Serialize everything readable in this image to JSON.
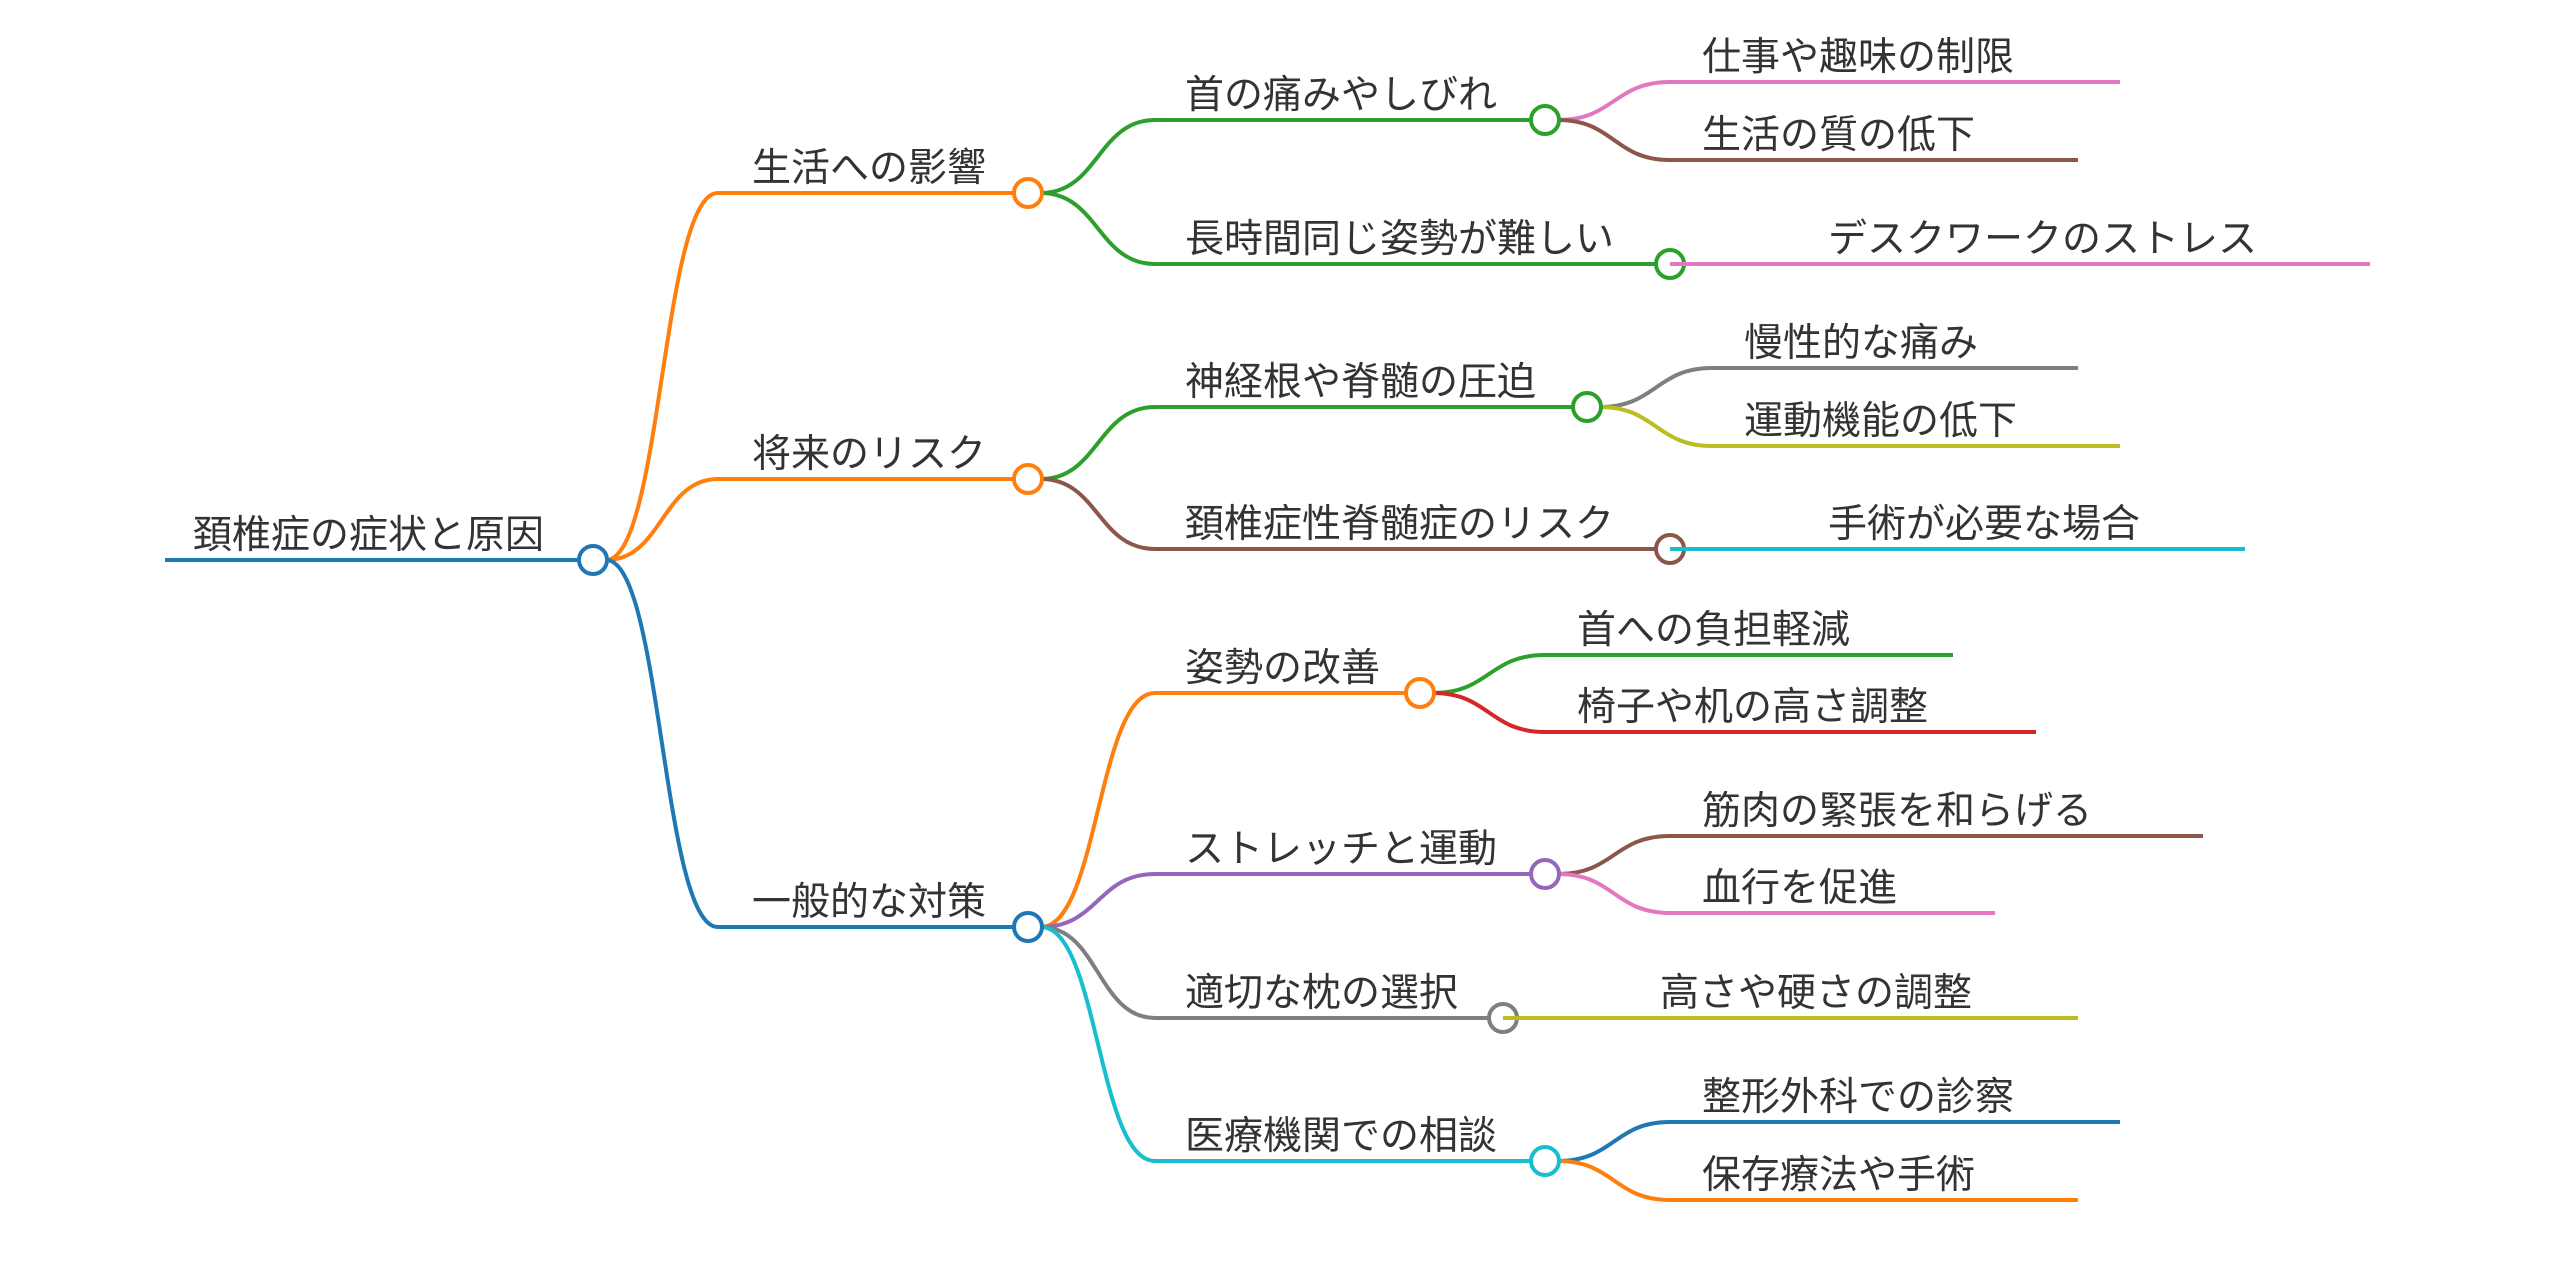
{
  "mindmap": {
    "root": {
      "id": "root",
      "label": "頚椎症の症状と原因",
      "color": "#1f77b4"
    },
    "nodes": [
      {
        "id": "n1",
        "parent": "root",
        "label": "生活への影響",
        "color": "#ff7f0e"
      },
      {
        "id": "n1a",
        "parent": "n1",
        "label": "首の痛みやしびれ",
        "color": "#2ca02c"
      },
      {
        "id": "n1a1",
        "parent": "n1a",
        "label": "仕事や趣味の制限",
        "color": "#e377c2"
      },
      {
        "id": "n1a2",
        "parent": "n1a",
        "label": "生活の質の低下",
        "color": "#8c564b"
      },
      {
        "id": "n1b",
        "parent": "n1",
        "label": "長時間同じ姿勢が難しい",
        "color": "#2ca02c"
      },
      {
        "id": "n1b1",
        "parent": "n1b",
        "label": "デスクワークのストレス",
        "color": "#e377c2"
      },
      {
        "id": "n2",
        "parent": "root",
        "label": "将来のリスク",
        "color": "#ff7f0e"
      },
      {
        "id": "n2a",
        "parent": "n2",
        "label": "神経根や脊髄の圧迫",
        "color": "#2ca02c"
      },
      {
        "id": "n2a1",
        "parent": "n2a",
        "label": "慢性的な痛み",
        "color": "#7f7f7f"
      },
      {
        "id": "n2a2",
        "parent": "n2a",
        "label": "運動機能の低下",
        "color": "#bcbd22"
      },
      {
        "id": "n2b",
        "parent": "n2",
        "label": "頚椎症性脊髄症のリスク",
        "color": "#8c564b"
      },
      {
        "id": "n2b1",
        "parent": "n2b",
        "label": "手術が必要な場合",
        "color": "#17becf"
      },
      {
        "id": "n3",
        "parent": "root",
        "label": "一般的な対策",
        "color": "#1f77b4"
      },
      {
        "id": "n3a",
        "parent": "n3",
        "label": "姿勢の改善",
        "color": "#ff7f0e"
      },
      {
        "id": "n3a1",
        "parent": "n3a",
        "label": "首への負担軽減",
        "color": "#2ca02c"
      },
      {
        "id": "n3a2",
        "parent": "n3a",
        "label": "椅子や机の高さ調整",
        "color": "#d62728"
      },
      {
        "id": "n3b",
        "parent": "n3",
        "label": "ストレッチと運動",
        "color": "#9467bd"
      },
      {
        "id": "n3b1",
        "parent": "n3b",
        "label": "筋肉の緊張を和らげる",
        "color": "#8c564b"
      },
      {
        "id": "n3b2",
        "parent": "n3b",
        "label": "血行を促進",
        "color": "#e377c2"
      },
      {
        "id": "n3c",
        "parent": "n3",
        "label": "適切な枕の選択",
        "color": "#7f7f7f"
      },
      {
        "id": "n3c1",
        "parent": "n3c",
        "label": "高さや硬さの調整",
        "color": "#bcbd22"
      },
      {
        "id": "n3d",
        "parent": "n3",
        "label": "医療機関での相談",
        "color": "#17becf"
      },
      {
        "id": "n3d1",
        "parent": "n3d",
        "label": "整形外科での診察",
        "color": "#1f77b4"
      },
      {
        "id": "n3d2",
        "parent": "n3d",
        "label": "保存療法や手術",
        "color": "#ff7f0e"
      }
    ]
  }
}
